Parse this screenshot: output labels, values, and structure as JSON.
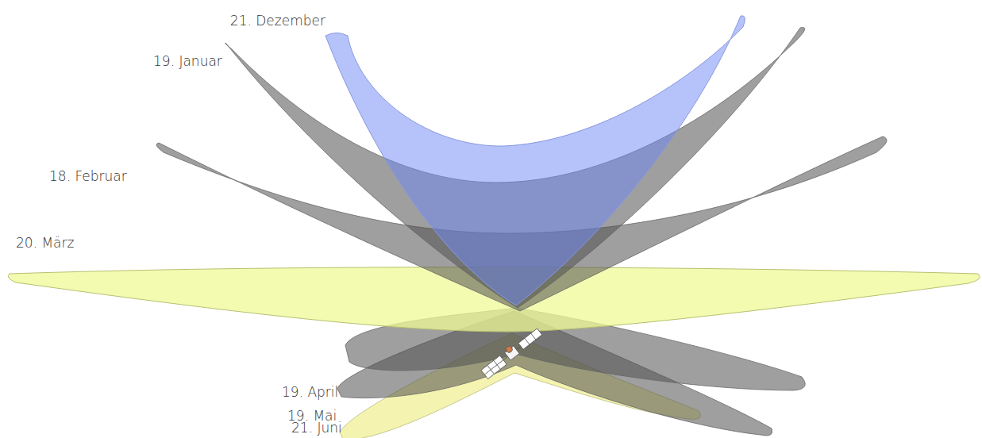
{
  "diagram": {
    "labels": [
      "21. Dezember",
      "19. Januar",
      "18. Februar",
      "20. März",
      "19. April",
      "19. Mai",
      "21. Juni"
    ]
  }
}
